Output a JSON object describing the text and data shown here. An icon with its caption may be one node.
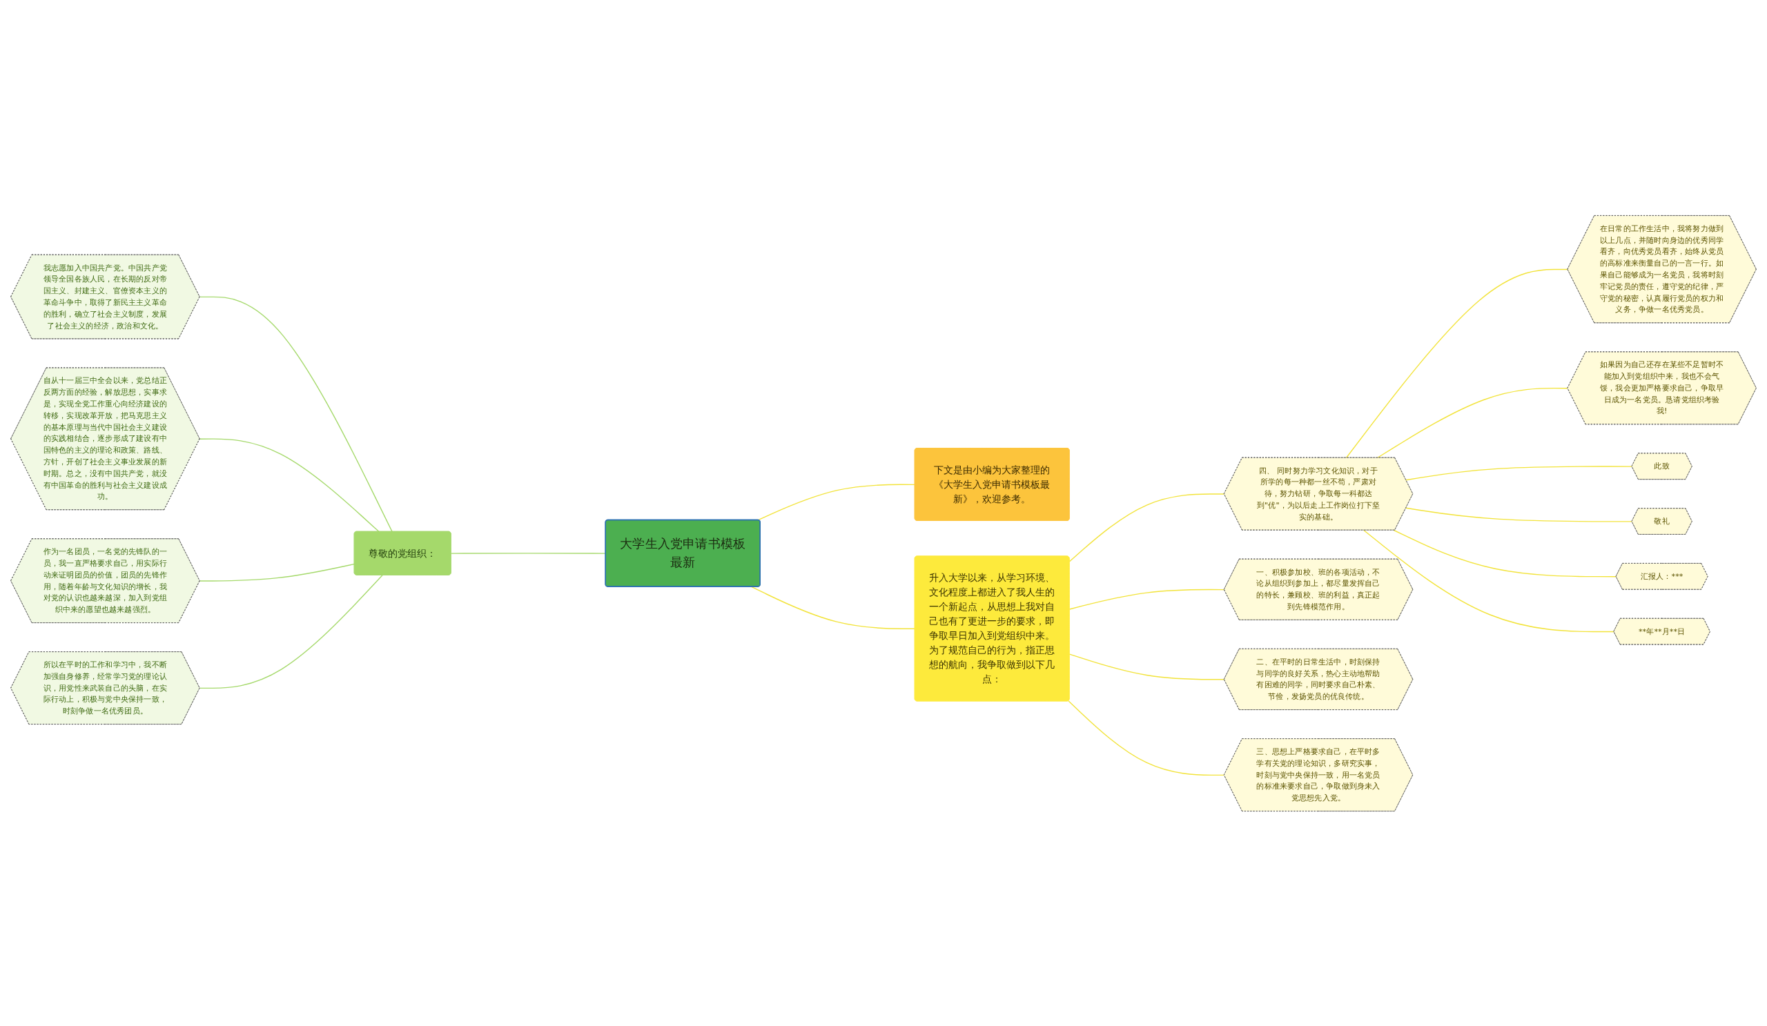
{
  "diagram": {
    "nodes": [
      {
        "text": [
          "大学生入党申请书模板最新"
        ]
      },
      {
        "text": [
          "尊敬的党组织："
        ]
      },
      {
        "text": [
          "我志愿加入中国共产党。中国共产党领导全国各族人民，在长期的反对帝国主义、封建主义、官僚资本主义的革命斗争中，取得了新民主主义革命的胜利，确立了社会主义制度，发展了社会主义的经济，政治和文化。"
        ]
      },
      {
        "text": [
          "自从十一届三中全会以来，党总结正反两方面的经验，解放思想，实事求是，实现全党工作重心向经济建设的转移，实现改革开放，把马克思主义的基本原理与当代中国社会主义建设的实践相结合，逐步形成了建设有中国特色的主义的理论和政策、路线、方针，开创了社会主义事业发展的新时期。总之，没有中国共产党，就没有中国革命的胜利与社会主义建设成功。"
        ]
      },
      {
        "text": [
          "作为一名团员，一名党的先锋队的一员，我一直严格要求自己，用实际行动来证明团员的价值，团员的先锋作用，随着年龄与文化知识的增长，我对党的认识也越来越深，加入到党组织中来的愿望也越来越强烈。"
        ]
      },
      {
        "text": [
          "所以在平时的工作和学习中，我不断加强自身修养，经常学习党的理论认识，用党性来武装自己的头脑，在实际行动上，积极与党中央保持一致，时刻争做一名优秀团员。"
        ]
      },
      {
        "text": [
          "下文是由小编为大家整理的《大学生入党申请书模板最新》，欢迎参考。"
        ]
      },
      {
        "text": [
          "升入大学以来，从学习环境、文化程度上都进入了我人生的一个新起点，从思想上我对自己也有了更进一步的要求，即争取早日加入到党组织中来。为了规范自己的行为，指正思想的航向，我争取做到以下几点："
        ]
      },
      {
        "text": [
          "一、积极参加校、班的各项活动，不论从组织到参加上，都尽量发挥自己的特长，兼顾校、班的利益，真正起到先锋模范作用。"
        ]
      },
      {
        "text": [
          "二、在平时的日常生活中，时刻保持与同学的良好关系，热心主动地帮助有困难的同学，同时要求自己朴素、节俭，发扬党员的优良传统。"
        ]
      },
      {
        "text": [
          "三、思想上严格要求自己，在平时多学有关党的理论知识，多研究实事，时刻与党中央保持一致，用一名党员的标准来要求自己，争取做到身未入党思想先入党。"
        ]
      },
      {
        "text": [
          "四、 同时努力学习文化知识，对于所学的每一种都一丝不苟，严肃对待，努力钻研，争取每一科都达到\"优\"，为以后走上工作岗位打下坚实的基础。"
        ]
      },
      {
        "text": [
          "在日常的工作生活中，我将努力做到以上几点，并随时向身边的优秀同学看齐，向优秀党员看齐，始终从党员的高标准来衡量自己的一言一行。如果自己能够成为一名党员，我将时刻牢记党员的责任，遵守党的纪律，严守党的秘密，认真履行党员的权力和义务，争做一名优秀党员。"
        ]
      },
      {
        "text": [
          "如果因为自己还存在某些不足暂时不能加入到党组织中来，我也不会气馁，我会更加严格要求自己，争取早日成为一名党员。恳请党组织考验我!"
        ]
      },
      {
        "text": [
          "此致"
        ]
      },
      {
        "text": [
          "敬礼"
        ]
      },
      {
        "text": [
          "汇报人：***"
        ]
      },
      {
        "text": [
          "**年**月**日"
        ]
      }
    ],
    "edges": [
      {
        "from": 0,
        "to": 1,
        "arrow": "none",
        "color": "#a5d96b"
      },
      {
        "from": 1,
        "to": 2,
        "arrow": "none",
        "color": "#a5d96b"
      },
      {
        "from": 1,
        "to": 3,
        "arrow": "none",
        "color": "#a5d96b"
      },
      {
        "from": 1,
        "to": 4,
        "arrow": "none",
        "color": "#a5d96b"
      },
      {
        "from": 1,
        "to": 5,
        "arrow": "none",
        "color": "#a5d96b"
      },
      {
        "from": 0,
        "to": 6,
        "arrow": "none"
      },
      {
        "from": 0,
        "to": 7,
        "arrow": "none"
      },
      {
        "from": 7,
        "to": 8,
        "arrow": "none"
      },
      {
        "from": 7,
        "to": 9,
        "arrow": "none"
      },
      {
        "from": 7,
        "to": 10,
        "arrow": "none"
      },
      {
        "from": 7,
        "to": 11,
        "arrow": "none"
      },
      {
        "from": 11,
        "to": 12,
        "arrow": "none"
      },
      {
        "from": 11,
        "to": 13,
        "arrow": "none"
      },
      {
        "from": 11,
        "to": 14,
        "arrow": "none"
      },
      {
        "from": 11,
        "to": 15,
        "arrow": "none"
      },
      {
        "from": 11,
        "to": 16,
        "arrow": "none"
      },
      {
        "from": 11,
        "to": 17,
        "arrow": "none"
      }
    ]
  }
}
